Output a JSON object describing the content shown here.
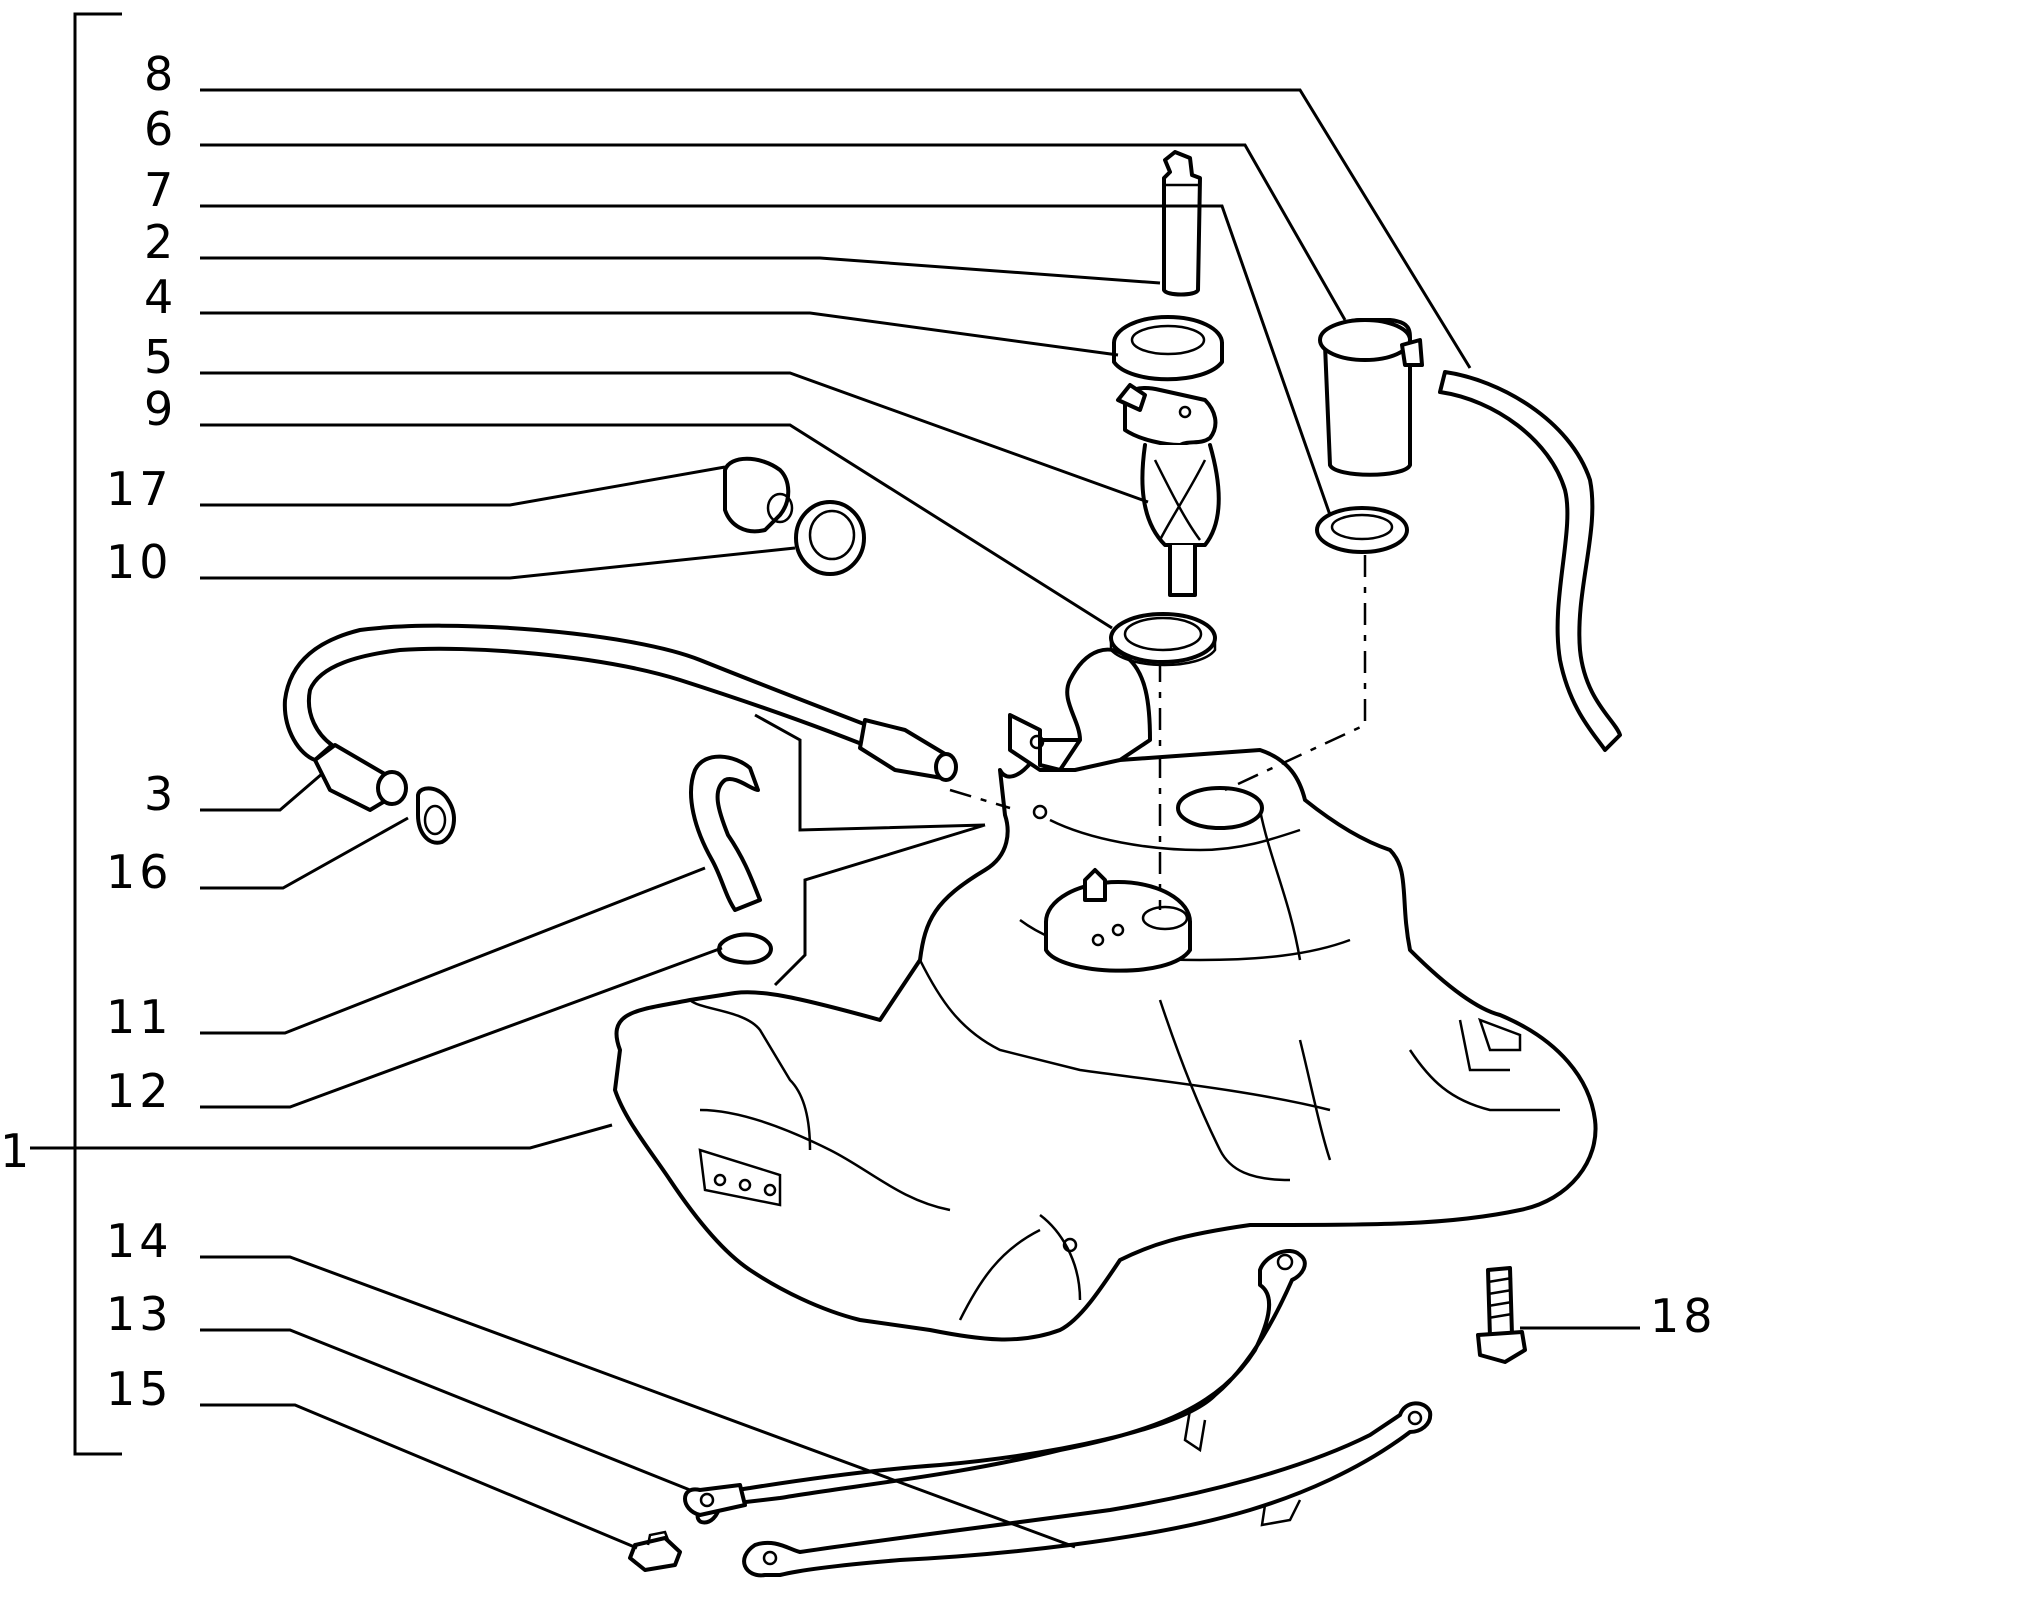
{
  "callouts": [
    {
      "id": "8",
      "text": "8"
    },
    {
      "id": "6",
      "text": "6"
    },
    {
      "id": "7",
      "text": "7"
    },
    {
      "id": "2",
      "text": "2"
    },
    {
      "id": "4",
      "text": "4"
    },
    {
      "id": "5",
      "text": "5"
    },
    {
      "id": "9",
      "text": "9"
    },
    {
      "id": "17",
      "text": "17"
    },
    {
      "id": "10",
      "text": "10"
    },
    {
      "id": "3",
      "text": "3"
    },
    {
      "id": "16",
      "text": "16"
    },
    {
      "id": "11",
      "text": "11"
    },
    {
      "id": "12",
      "text": "12"
    },
    {
      "id": "1",
      "text": "1"
    },
    {
      "id": "14",
      "text": "14"
    },
    {
      "id": "13",
      "text": "13"
    },
    {
      "id": "15",
      "text": "15"
    },
    {
      "id": "18",
      "text": "18"
    }
  ]
}
